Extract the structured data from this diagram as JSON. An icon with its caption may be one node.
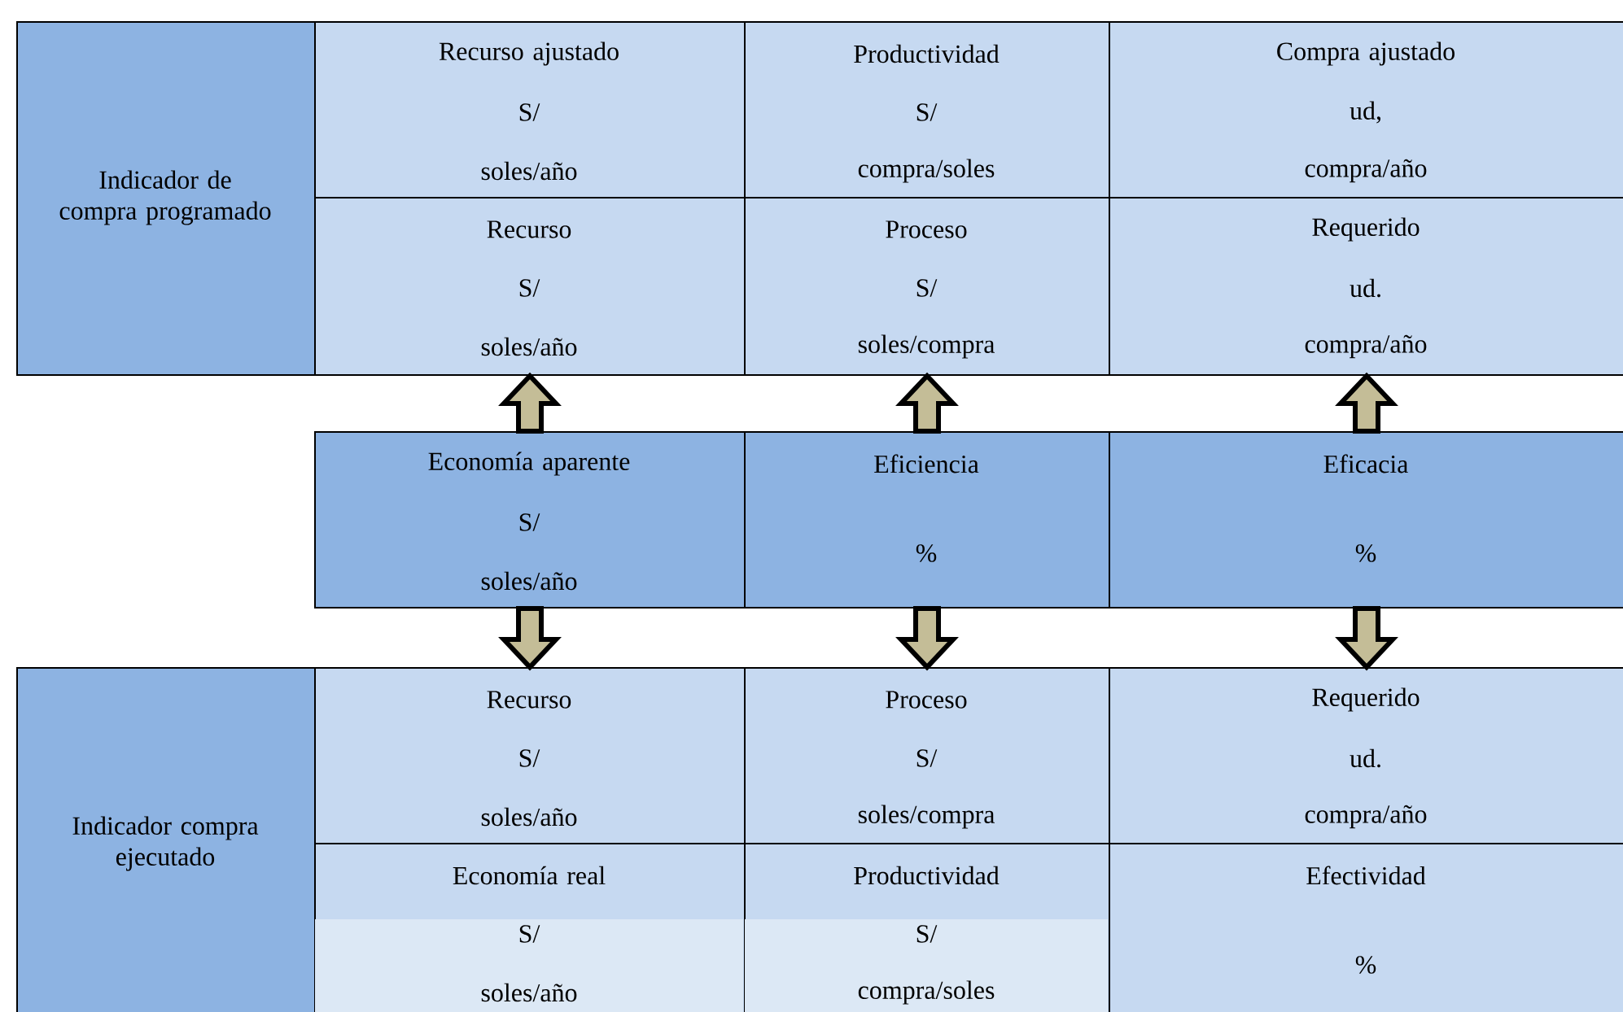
{
  "diagram": {
    "nodes": [
      {
        "text": [
          "Indicador de compra programado"
        ]
      },
      {
        "text": [
          "Recurso ajustado",
          "S/",
          "soles/año"
        ]
      },
      {
        "text": [
          "Productividad",
          "S/",
          "compra/soles"
        ]
      },
      {
        "text": [
          "Compra ajustado",
          "ud,",
          "compra/año"
        ]
      },
      {
        "text": [
          "Recurso",
          "S/",
          "soles/año"
        ]
      },
      {
        "text": [
          "Proceso",
          "S/",
          "soles/compra"
        ]
      },
      {
        "text": [
          "Requerido",
          "ud.",
          "compra/año"
        ]
      },
      {
        "text": [
          "Economía aparente",
          "S/",
          "soles/año"
        ]
      },
      {
        "text": [
          "Eficiencia",
          "%"
        ]
      },
      {
        "text": [
          "Eficacia",
          "%"
        ]
      },
      {
        "text": [
          "Indicador compra ejecutado"
        ]
      },
      {
        "text": [
          "Recurso",
          "S/",
          "soles/año"
        ]
      },
      {
        "text": [
          "Proceso",
          "S/",
          "soles/compra"
        ]
      },
      {
        "text": [
          "Requerido",
          "ud.",
          "compra/año"
        ]
      },
      {
        "text": [
          "Economía real",
          "S/",
          "soles/año"
        ]
      },
      {
        "text": [
          "Productividad",
          "S/",
          "compra/soles"
        ]
      },
      {
        "text": [
          "Efectividad",
          "%"
        ]
      }
    ],
    "edges": [
      {
        "from": 7,
        "to": 4,
        "arrow": "to"
      },
      {
        "from": 8,
        "to": 5,
        "arrow": "to"
      },
      {
        "from": 9,
        "to": 6,
        "arrow": "to"
      },
      {
        "from": 7,
        "to": 11,
        "arrow": "to"
      },
      {
        "from": 8,
        "to": 12,
        "arrow": "to"
      },
      {
        "from": 9,
        "to": 13,
        "arrow": "to"
      }
    ]
  }
}
